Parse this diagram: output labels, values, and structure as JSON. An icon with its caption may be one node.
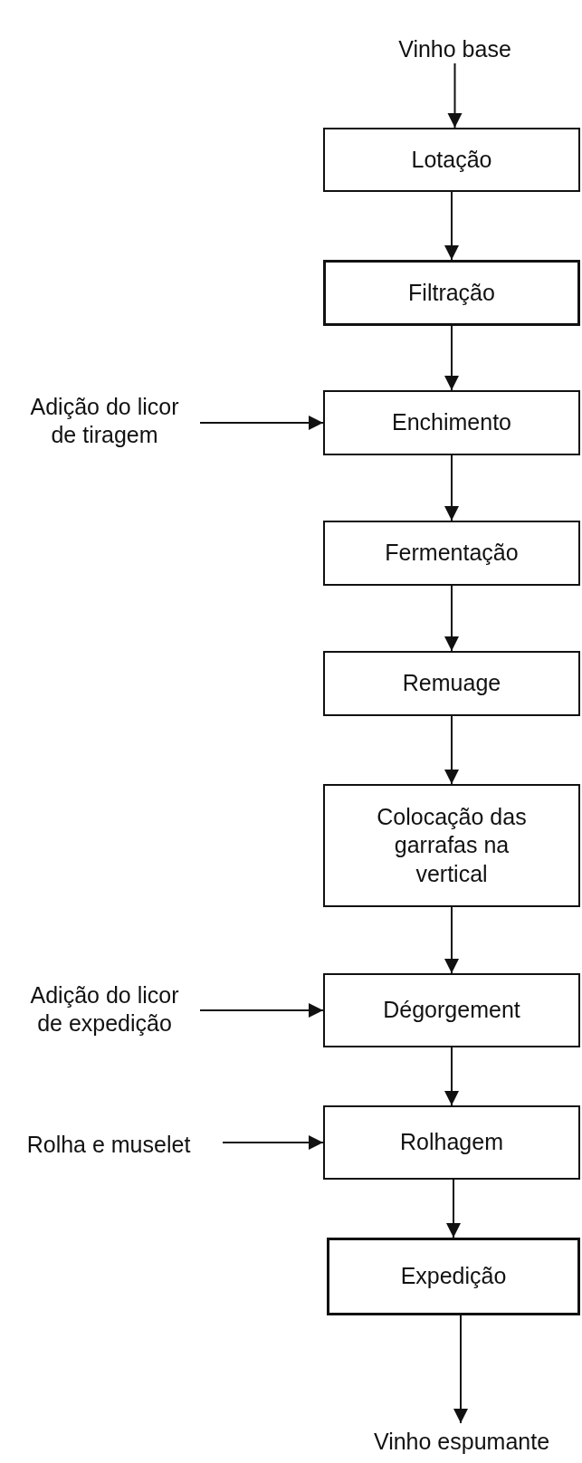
{
  "diagram": {
    "nodes": [
      {
        "text": [
          "Vinho base"
        ]
      },
      {
        "text": [
          "Lotação"
        ]
      },
      {
        "text": [
          "Filtração"
        ]
      },
      {
        "text": [
          "Enchimento"
        ]
      },
      {
        "text": [
          "Fermentação"
        ]
      },
      {
        "text": [
          "Remuage"
        ]
      },
      {
        "text": [
          "Colocação das garrafas na vertical"
        ]
      },
      {
        "text": [
          "Dégorgement"
        ]
      },
      {
        "text": [
          "Rolhagem"
        ]
      },
      {
        "text": [
          "Expedição"
        ]
      },
      {
        "text": [
          "Vinho espumante"
        ]
      },
      {
        "text": [
          "Adição do licor de tiragem"
        ]
      },
      {
        "text": [
          "Adição do licor de expedição"
        ]
      },
      {
        "text": [
          "Rolha e muselet"
        ]
      }
    ],
    "edges": [
      {
        "from": 0,
        "to": 1,
        "arrow": "to"
      },
      {
        "from": 1,
        "to": 2,
        "arrow": "to"
      },
      {
        "from": 2,
        "to": 3,
        "arrow": "to"
      },
      {
        "from": 3,
        "to": 4,
        "arrow": "to"
      },
      {
        "from": 4,
        "to": 5,
        "arrow": "to"
      },
      {
        "from": 5,
        "to": 6,
        "arrow": "to"
      },
      {
        "from": 6,
        "to": 7,
        "arrow": "to"
      },
      {
        "from": 7,
        "to": 8,
        "arrow": "to"
      },
      {
        "from": 8,
        "to": 9,
        "arrow": "to"
      },
      {
        "from": 9,
        "to": 10,
        "arrow": "to"
      },
      {
        "from": 11,
        "to": 3,
        "arrow": "to"
      },
      {
        "from": 12,
        "to": 7,
        "arrow": "to"
      },
      {
        "from": 13,
        "to": 8,
        "arrow": "to"
      }
    ]
  }
}
